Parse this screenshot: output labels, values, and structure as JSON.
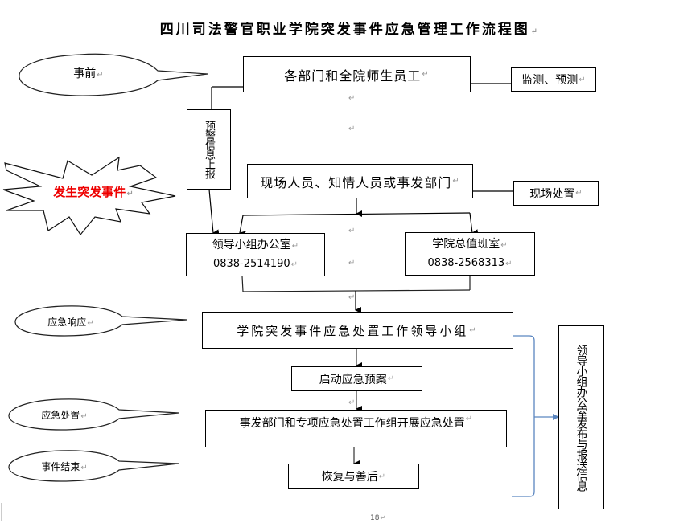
{
  "title": "四川司法警官职业学院突发事件应急管理工作流程图",
  "paragraph_mark": "↵",
  "callouts": {
    "before": "事前",
    "incident": "发生突发事件",
    "response": "应急响应",
    "handling": "应急处置",
    "end": "事件结束"
  },
  "colors": {
    "incident_text": "#ee0000",
    "bracket_line": "#5b86c0",
    "box_border": "#000000"
  },
  "boxes": {
    "all_staff": "各部门和全院师生员工",
    "monitor": "监测、预测",
    "warning_report": "预警信息上报",
    "onsite_people": "现场人员、知情人员或事发部门",
    "onsite_handling": "现场处置",
    "leader_office": {
      "name": "领导小组办公室",
      "phone": "0838-2514190"
    },
    "duty_room": {
      "name": "学院总值班室",
      "phone": "0838-2568313"
    },
    "leading_group": "学院突发事件应急处置工作领导小组",
    "start_plan": "启动应急预案",
    "dept_handling": "事发部门和专项应急处置工作组开展应急处置",
    "recovery": "恢复与善后",
    "publish_info": "领导小组办公室发布与报送信息"
  },
  "page_number": "18"
}
